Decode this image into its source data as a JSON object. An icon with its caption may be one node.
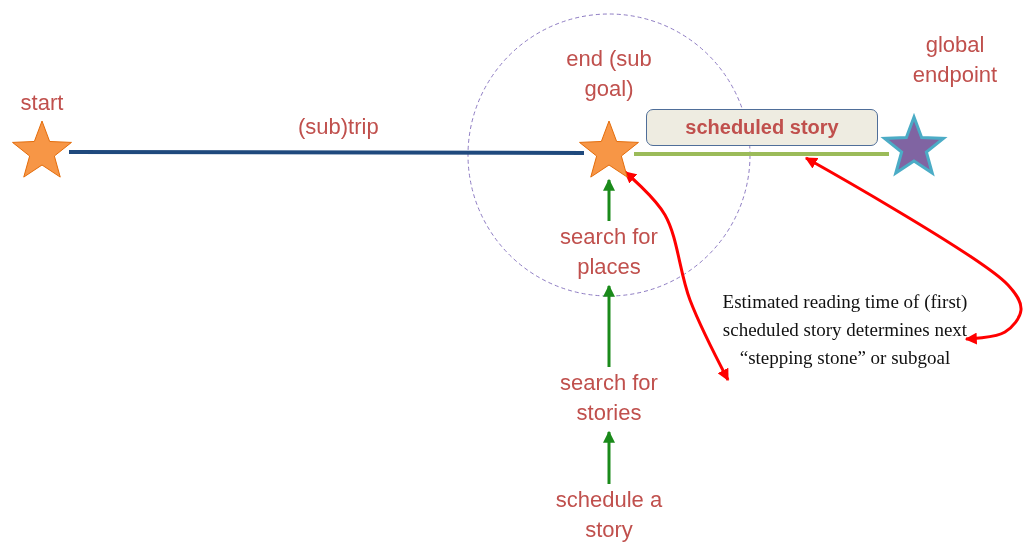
{
  "diagram": {
    "nodes": [
      {
        "text": [
          "start"
        ]
      },
      {
        "text": [
          "end (sub goal)"
        ]
      },
      {
        "text": [
          "global endpoint"
        ]
      },
      {
        "text": [
          "scheduled story"
        ]
      },
      {
        "text": [
          "search for places"
        ]
      },
      {
        "text": [
          "search for stories"
        ]
      },
      {
        "text": [
          "schedule a story"
        ]
      },
      {
        "text": [
          "Estimated reading time of (first) scheduled story determines next “stepping stone” or subgoal"
        ]
      }
    ],
    "edges": [
      {
        "from": 0,
        "to": 1,
        "arrow": "none",
        "label": "(sub)trip",
        "color": "#1f497d"
      },
      {
        "from": 1,
        "to": 2,
        "arrow": "none",
        "color": "#9bbb59"
      },
      {
        "from": 5,
        "to": 4,
        "arrow": "to"
      },
      {
        "from": 6,
        "to": 5,
        "arrow": "to"
      },
      {
        "from": 4,
        "to": 1,
        "arrow": "to"
      },
      {
        "from": 7,
        "to": 1,
        "arrow": "both",
        "color": "#ff0000"
      },
      {
        "from": 7,
        "to": 3,
        "arrow": "both",
        "color": "#ff0000"
      }
    ]
  }
}
